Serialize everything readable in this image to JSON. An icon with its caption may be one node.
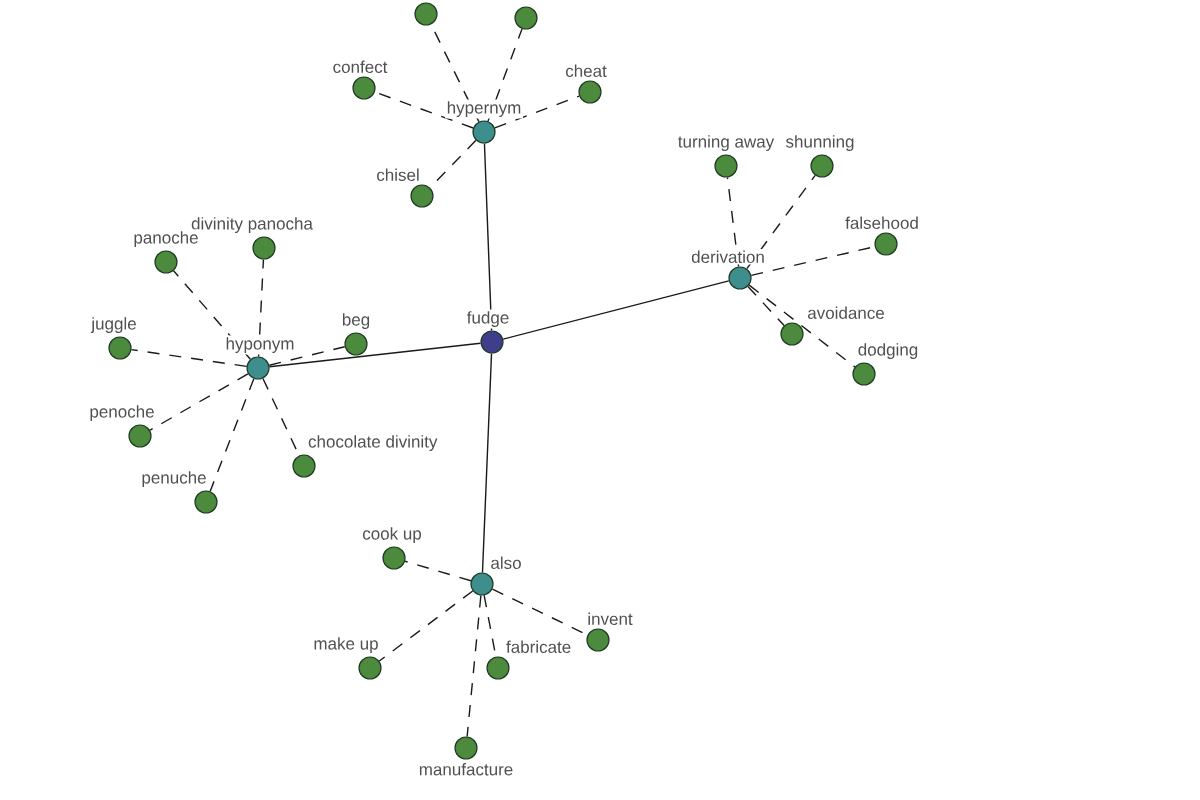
{
  "diagram": {
    "nodes": [
      {
        "text": [],
        "shape": "circle"
      },
      {
        "text": [],
        "shape": "circle"
      },
      {
        "text": [
          "confect"
        ]
      },
      {
        "text": [
          "cheat"
        ]
      },
      {
        "text": [
          "hypernym"
        ]
      },
      {
        "text": [
          "turning away"
        ]
      },
      {
        "text": [
          "shunning"
        ]
      },
      {
        "text": [
          "chisel"
        ]
      },
      {
        "text": [
          "falsehood"
        ]
      },
      {
        "text": [
          "divinity panocha"
        ]
      },
      {
        "text": [
          "panoche"
        ]
      },
      {
        "text": [
          "derivation"
        ]
      },
      {
        "text": [
          "avoidance"
        ]
      },
      {
        "text": [
          "fudge"
        ]
      },
      {
        "text": [
          "beg"
        ]
      },
      {
        "text": [
          "juggle"
        ]
      },
      {
        "text": [
          "hyponym"
        ]
      },
      {
        "text": [
          "dodging"
        ]
      },
      {
        "text": [
          "penoche"
        ]
      },
      {
        "text": [
          "chocolate divinity"
        ]
      },
      {
        "text": [
          "penuche"
        ]
      },
      {
        "text": [
          "cook up"
        ]
      },
      {
        "text": [
          "also"
        ]
      },
      {
        "text": [
          "invent"
        ]
      },
      {
        "text": [
          "make up"
        ]
      },
      {
        "text": [
          "fabricate"
        ]
      },
      {
        "text": [
          "manufacture"
        ]
      }
    ],
    "edges": [
      {
        "from": 13,
        "to": 4,
        "arrow": "none"
      },
      {
        "from": 13,
        "to": 16,
        "arrow": "none"
      },
      {
        "from": 13,
        "to": 11,
        "arrow": "none"
      },
      {
        "from": 13,
        "to": 22,
        "arrow": "none"
      },
      {
        "from": 4,
        "to": 0,
        "arrow": "none",
        "style": "dashed"
      },
      {
        "from": 4,
        "to": 1,
        "arrow": "none",
        "style": "dashed"
      },
      {
        "from": 4,
        "to": 2,
        "arrow": "none",
        "style": "dashed"
      },
      {
        "from": 4,
        "to": 3,
        "arrow": "none",
        "style": "dashed"
      },
      {
        "from": 4,
        "to": 7,
        "arrow": "none",
        "style": "dashed"
      },
      {
        "from": 16,
        "to": 9,
        "arrow": "none",
        "style": "dashed"
      },
      {
        "from": 16,
        "to": 10,
        "arrow": "none",
        "style": "dashed"
      },
      {
        "from": 16,
        "to": 14,
        "arrow": "none",
        "style": "dashed"
      },
      {
        "from": 16,
        "to": 15,
        "arrow": "none",
        "style": "dashed"
      },
      {
        "from": 16,
        "to": 18,
        "arrow": "none",
        "style": "dashed"
      },
      {
        "from": 16,
        "to": 19,
        "arrow": "none",
        "style": "dashed"
      },
      {
        "from": 16,
        "to": 20,
        "arrow": "none",
        "style": "dashed"
      },
      {
        "from": 11,
        "to": 5,
        "arrow": "none",
        "style": "dashed"
      },
      {
        "from": 11,
        "to": 6,
        "arrow": "none",
        "style": "dashed"
      },
      {
        "from": 11,
        "to": 8,
        "arrow": "none",
        "style": "dashed"
      },
      {
        "from": 11,
        "to": 12,
        "arrow": "none",
        "style": "dashed"
      },
      {
        "from": 11,
        "to": 17,
        "arrow": "none",
        "style": "dashed"
      },
      {
        "from": 22,
        "to": 21,
        "arrow": "none",
        "style": "dashed"
      },
      {
        "from": 22,
        "to": 23,
        "arrow": "none",
        "style": "dashed"
      },
      {
        "from": 22,
        "to": 24,
        "arrow": "none",
        "style": "dashed"
      },
      {
        "from": 22,
        "to": 25,
        "arrow": "none",
        "style": "dashed"
      },
      {
        "from": 22,
        "to": 26,
        "arrow": "none",
        "style": "dashed"
      }
    ]
  }
}
